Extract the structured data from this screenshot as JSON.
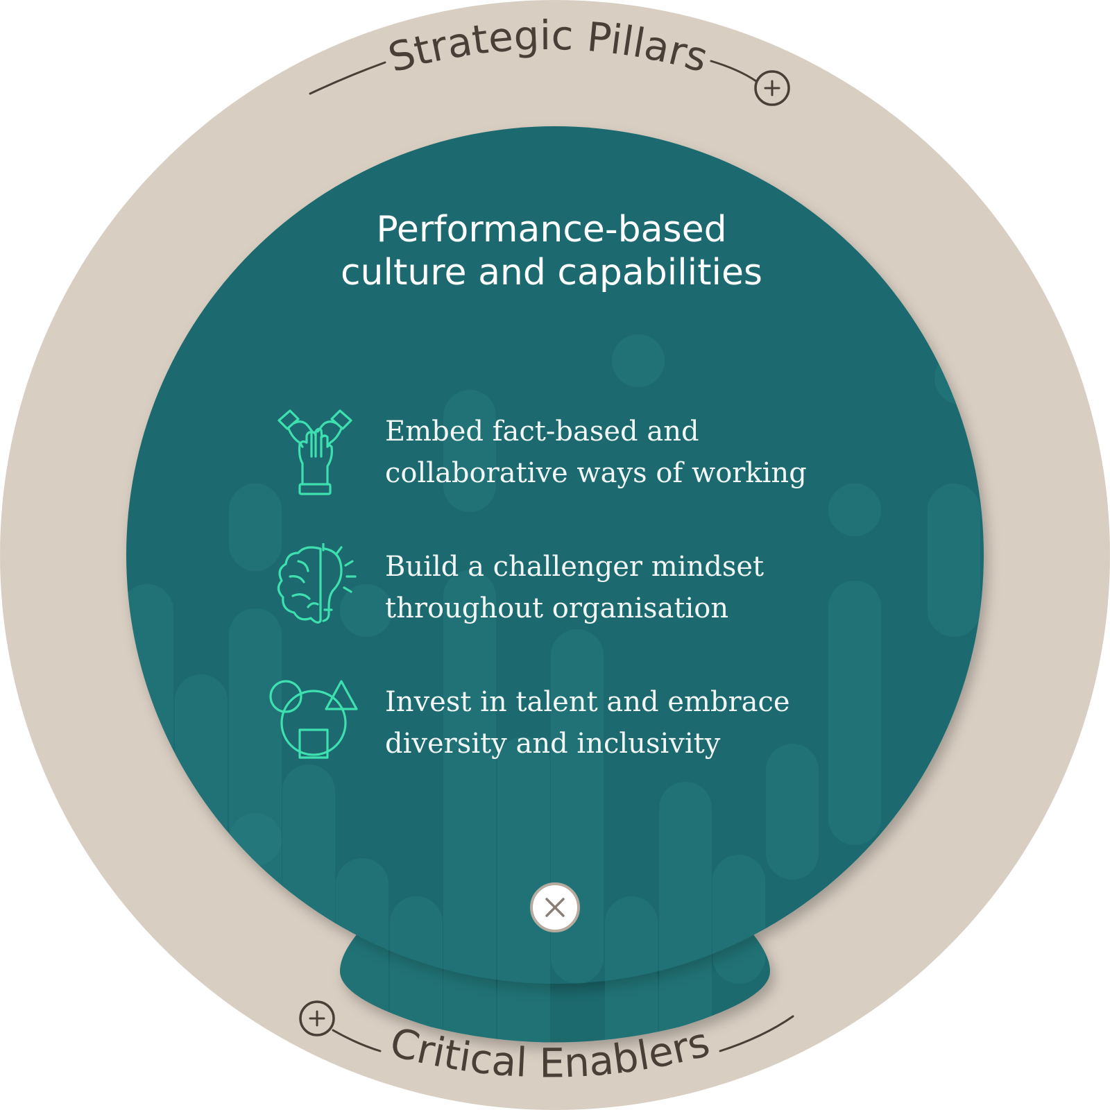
{
  "ring": {
    "top_label": "Strategic Pillars",
    "bottom_label": "Critical Enablers",
    "top_toggle_icon": "plus-circle-icon",
    "bottom_toggle_icon": "plus-circle-icon"
  },
  "panel": {
    "title_lines": [
      "Performance-based",
      "culture and capabilities"
    ],
    "close_icon": "close-circle-icon",
    "items": [
      {
        "icon": "hands-together-icon",
        "lines": [
          "Embed fact-based and",
          "collaborative ways of working"
        ]
      },
      {
        "icon": "brain-lightbulb-icon",
        "lines": [
          "Build a challenger mindset",
          "throughout organisation"
        ]
      },
      {
        "icon": "shapes-diversity-icon",
        "lines": [
          "Invest in talent and embrace",
          "diversity and inclusivity"
        ]
      }
    ]
  },
  "colors": {
    "ring": "#d9cec2",
    "panel": "#1b6b70",
    "accent": "#3ee0b0",
    "label": "#4a3f37"
  }
}
